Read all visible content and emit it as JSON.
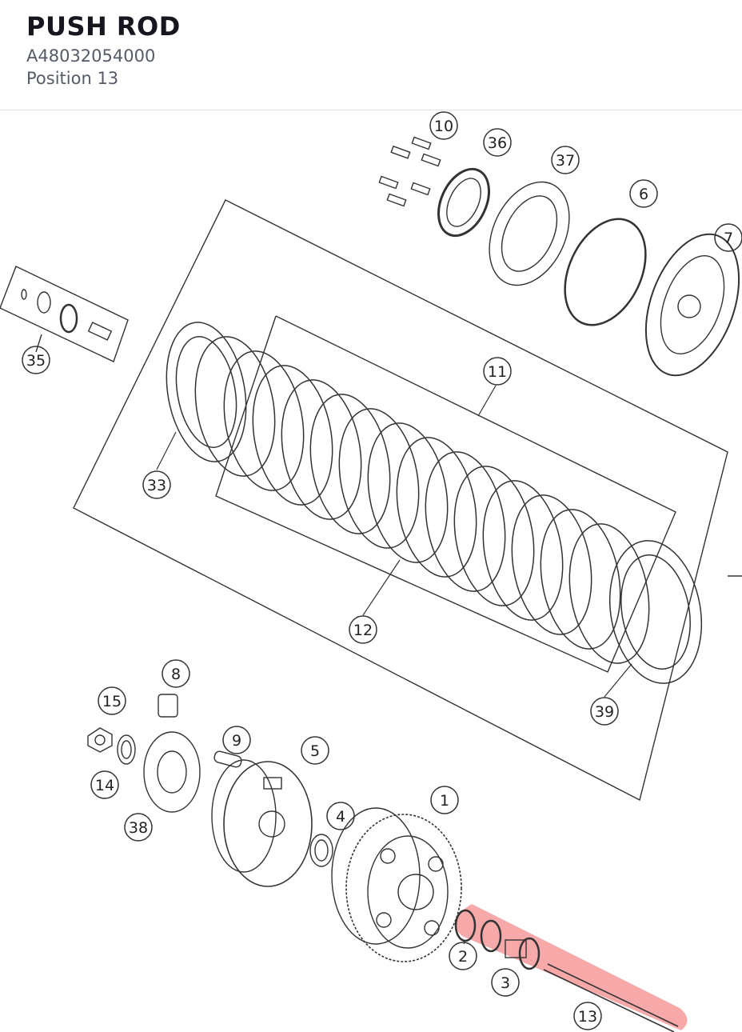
{
  "header": {
    "title": "PUSH ROD",
    "part_number": "A48032054000",
    "position": "Position 13"
  },
  "highlight": {
    "color": "#f06060",
    "target": "13"
  },
  "callouts": [
    "10",
    "36",
    "37",
    "6",
    "7",
    "35",
    "11",
    "33",
    "12",
    "39",
    "8",
    "15",
    "9",
    "5",
    "14",
    "38",
    "4",
    "1",
    "2",
    "3",
    "13"
  ]
}
